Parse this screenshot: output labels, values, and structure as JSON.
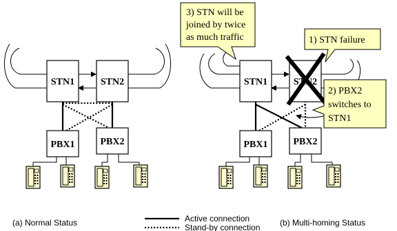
{
  "nodes": {
    "stn1": "STN1",
    "stn2": "STN2",
    "pbx1": "PBX1",
    "pbx2": "PBX2"
  },
  "callouts": {
    "traffic": [
      "3) STN will be",
      "joined by twice",
      "as much traffic"
    ],
    "failure": "1) STN failure",
    "switch": [
      "2) PBX2",
      "switches to",
      "STN1"
    ]
  },
  "captions": {
    "left": "(a) Normal Status",
    "right": "(b) Multi-homing Status"
  },
  "legend": {
    "active": "Active connection",
    "standby": "Stand-by connection"
  },
  "colors": {
    "callout_fill": "#ffffc0",
    "phone_fill": "#fffbd0",
    "failure_cross": "#000000"
  },
  "icons": [
    "telephone-icon",
    "failure-cross-icon"
  ]
}
